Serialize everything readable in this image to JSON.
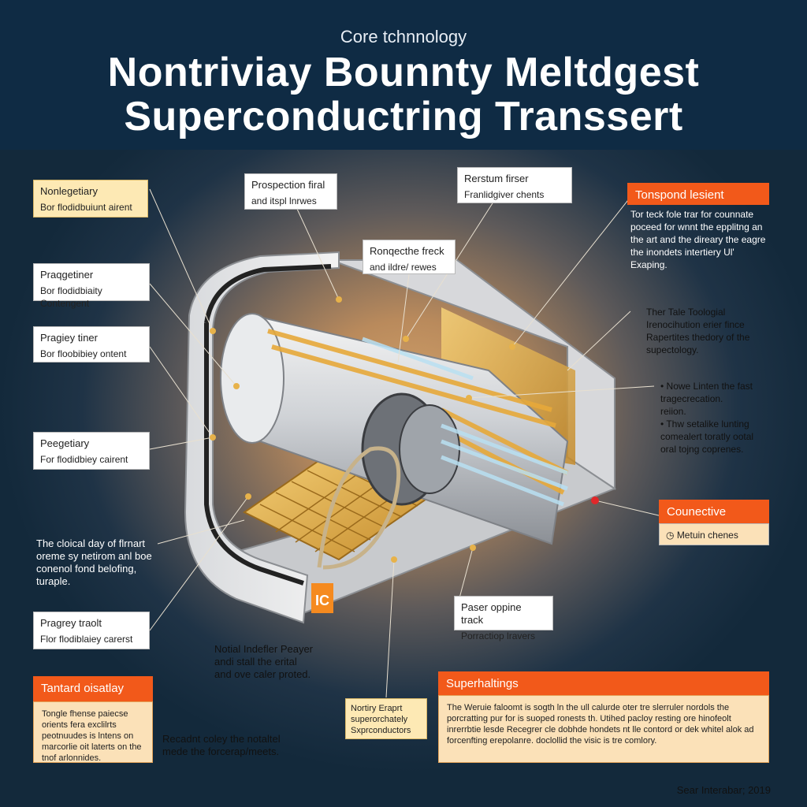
{
  "header": {
    "overline": "Core tchnnology",
    "title_line1": "Nontriviay Bounnty Meltdgest",
    "title_line2": "Superconductring Transsert"
  },
  "left_labels": [
    {
      "title": "Nonlegetiary",
      "sub": "Bor flodidbuiunt airent"
    },
    {
      "title": "Praqgetiner",
      "sub": "Bor flodidbiaity Contengent"
    },
    {
      "title": "Pragiey tiner",
      "sub": "Bor floobibiey ontent"
    },
    {
      "title": "Peegetiary",
      "sub": "For flodidbiey cairent"
    },
    {
      "title": "Pragrey traolt",
      "sub": "Flor flodiblaiey carerst"
    }
  ],
  "left_note": "The cloical day of flrnart oreme sy netirom anl boe conenol fond belofing, turaple.",
  "top_labels": [
    {
      "title": "Prospection firal",
      "sub": "and itspl lnrwes"
    },
    {
      "title": "Rerstum firser",
      "sub": "Franlidgiver chents"
    },
    {
      "title": "Ronqecthe freck",
      "sub": "and ildre/ rewes"
    }
  ],
  "right_top": {
    "heading": "Tonspond lesient",
    "body": "Tor teck fole trar for counnate poceed for wnnt the epplitng an the art and the direary the eagre the inondets intertiery Ul' Exaping."
  },
  "right_mid": {
    "line1": "Ther Tale Toologial",
    "line2": "Irenocihution erier fince",
    "line3": "Rapertites thedory of the",
    "line4": "supectology."
  },
  "right_low": {
    "b1a": "Nowe Linten the fast",
    "b1b": "tragecrecation.",
    "b1c": "reiion.",
    "b2a": "Thw setalike lunting",
    "b2b": "comealert toratly ootal",
    "b2c": "oral tojng coprenes."
  },
  "connective": {
    "heading": "Counective",
    "body": "Metuin chenes"
  },
  "bottom_mid_label": {
    "title": "Paser oppine track",
    "sub": "Porractiop lravers"
  },
  "bottom_center_note": "Notial Indefler Peayer\nandi stall the erital\nand ove caler proted.",
  "bottom_center_box": {
    "line1": "Nortiry Eraprt",
    "line2": "superorchately",
    "line3": "Sxprconductors"
  },
  "bottom_left": {
    "heading": "Tantard oisatlay",
    "body": "Tongle fhense paiecse orients fera exclilrts peotnuudes is lntens on marcorlie oit laterts on the tnof arlonnides."
  },
  "bottom_left_note": "Recadnt coley the notaltel mede the forcerap/meets.",
  "bottom_right": {
    "heading": "Superhaltings",
    "body": "The Weruie faloomt is sogth ln the ull calurde oter tre slerruler nordols the porcratting pur for is suoped ronests th. Utihed pacloy resting ore hinofeolt inrerrbtie lesde Recegrer cle dobhde hondets nt lle contord or dek whitel alok ad forcenfting erepolanre. doclollid the visic is tre comlory."
  },
  "footer": "Sear Interabar; 2019",
  "badge": "IC",
  "colors": {
    "orange": "#f2591a",
    "navy": "#0f2b44",
    "gold": "#e7b24a"
  }
}
